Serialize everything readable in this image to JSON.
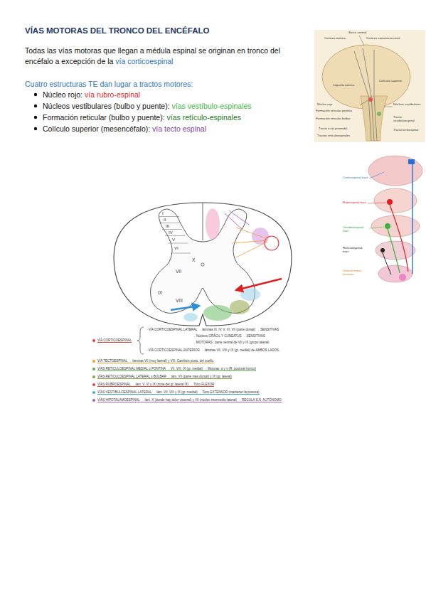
{
  "diagram": {
    "title": "VÍAS MOTORAS DEL TRONCO DEL ENCÉFALO",
    "labels": [
      "Todas las vías motoras que llegan a médula espinal se originan en tronco del encéfalo a excepción de la",
      "vía corticoespinal",
      "Cuatro estructuras TE dan lugar a tractos motores:",
      "Núcleo rojo:",
      "vía rubro-espinal",
      "Núcleos vestibulares (bulbo y puente):",
      "vías vestíbulo-espinales",
      "Formación reticular (bulbo y puente):",
      "vías retículo-espinales",
      "Colículo superior (mesencéfalo):",
      "vía tecto espinal",
      "Surco central",
      "Corteza motora",
      "Corteza somatosensorial",
      "Cápsula interna",
      "Colículo superior",
      "Núcleo rojo",
      "Formación reticular pontina",
      "Formación reticular bulbar",
      "Tracto o vía piramidal",
      "Tractos reticuloespinales",
      "Núcleos vestibulares",
      "Tracto vestibuloespinal",
      "Tracto tectoespinal",
      "Corticospinal tract",
      "Rubrospinal tract",
      "Vestibulospinal tract",
      "Reticulospinal tract",
      "Ventral motor neurons",
      "I",
      "II",
      "III",
      "IV",
      "V",
      "VI",
      "VII",
      "VIII",
      "IX",
      "X",
      "- VÍA CORTICOESPINAL LATERAL → láminas III, IV, V, VI, VII (parte dorsal) → SENSITIVAS",
      "→ Núcleos GRÁCIL Y CUNEATUS → SENSITIVAS",
      "→ MOTORAS : parte ventral de VII y IX (grupo lateral)",
      "- VÍA CORTICOESPINAL ANTERIOR → láminas VII, VIII y IX (gr. medial) de AMBOS LADOS."
    ],
    "legend": [
      {
        "text": "VÍA CORTICOESPINAL",
        "color": "#e8412c"
      },
      {
        "text": "VÍA TECTOESPINAL → láminas VII (muy lateral) y VIII. Cambios posic. del cuello.",
        "color": "#f39c34"
      },
      {
        "text": "VÍAS RETICULOESPINAL MEDIAL o PONTINA → VII, VIII, IX (gr. medial) → Motoras: α y γ (R. postural tronco)",
        "color": "#55b34a"
      },
      {
        "text": "VÍAS RETICULOESPINAL LATERAL o BULBAR → lám. VII (parte más dorsal) y IX (gr. lateral)",
        "color": "#8aa03a"
      },
      {
        "text": "VÍAS RUBROESPINAL → lám. V, VI y IX (zona del gr. lateral IX) → Tono FLEXOR",
        "color": "#e0463e"
      },
      {
        "text": "VÍAS VESTIBULOESPINAL LATERAL → lám. VII, VIII y IX (gr. medial) → Tono EXTENSOR (mantener la postura)",
        "color": "#4aa8d8"
      },
      {
        "text": "VÍAS HIPOTALAMOESPINAL → lám. X (donde hay dolor visceral) y VII (núcleo intermedio-lateral) → REGULA S.N. AUTÓNOMO",
        "color": "#b05cc0"
      }
    ]
  }
}
